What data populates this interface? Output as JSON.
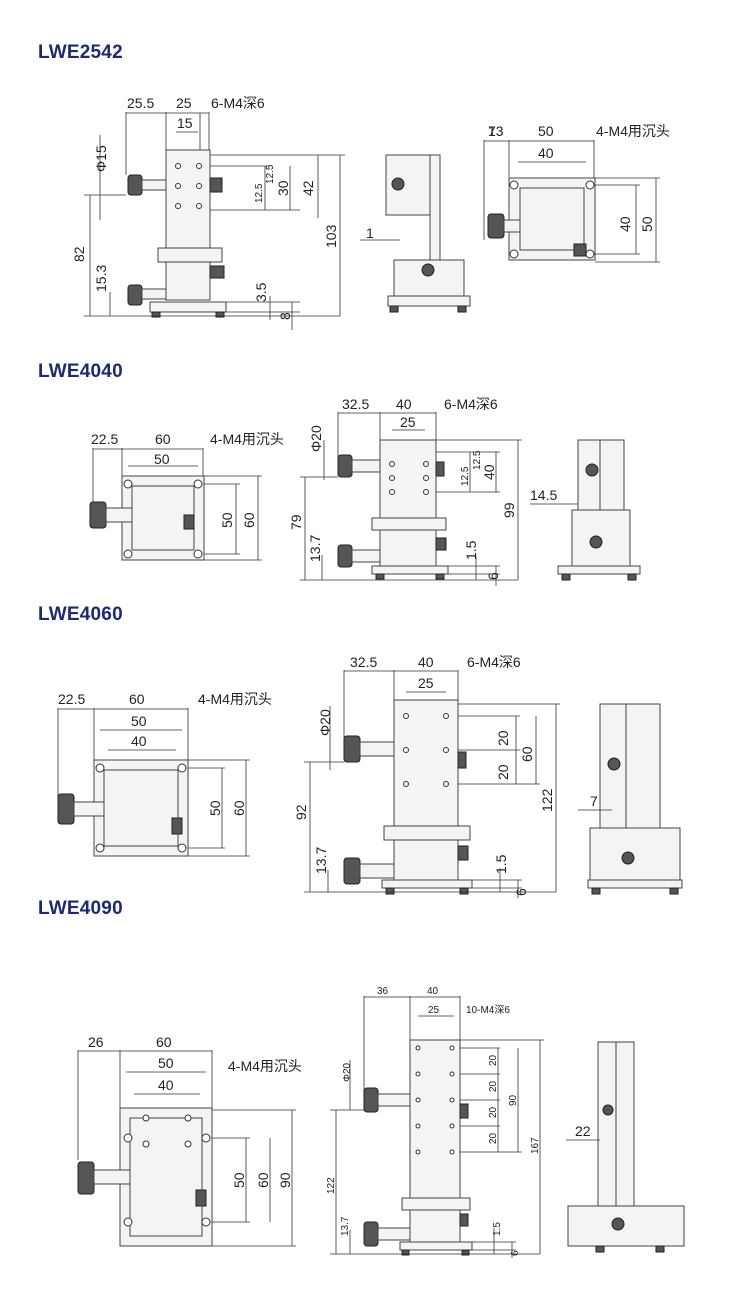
{
  "sections": [
    {
      "title": "LWE2542",
      "front": {
        "d1": "25.5",
        "d2": "25",
        "holes": "6-M4深6",
        "d3": "15",
        "phi": "Φ15",
        "v1": "12.5",
        "v2": "12.5",
        "v3": "30",
        "v4": "42",
        "v5": "103",
        "v6": "82",
        "v7": "15.3",
        "v8": "3.5",
        "v9": "8"
      },
      "side": {
        "d1": "1"
      },
      "top": {
        "d1": "13",
        "d2": "50",
        "holes": "4-M4用沉头",
        "d3": "40",
        "v1": "40",
        "v2": "50"
      }
    },
    {
      "title": "LWE4040",
      "top": {
        "d1": "22.5",
        "d2": "60",
        "holes": "4-M4用沉头",
        "d3": "50",
        "v1": "50",
        "v2": "60"
      },
      "front": {
        "d1": "32.5",
        "d2": "40",
        "holes": "6-M4深6",
        "d3": "25",
        "phi": "Φ20",
        "v1": "12.5",
        "v2": "12.5",
        "v3": "40",
        "v4": "99",
        "v5": "79",
        "v6": "13.7",
        "v7": "1.5",
        "v8": "6"
      },
      "side": {
        "d1": "14.5"
      }
    },
    {
      "title": "LWE4060",
      "top": {
        "d1": "22.5",
        "d2": "60",
        "holes": "4-M4用沉头",
        "d3": "50",
        "d4": "40",
        "v1": "50",
        "v2": "60"
      },
      "front": {
        "d1": "32.5",
        "d2": "40",
        "holes": "6-M4深6",
        "d3": "25",
        "phi": "Φ20",
        "v1": "20",
        "v2": "20",
        "v3": "60",
        "v4": "122",
        "v5": "92",
        "v6": "13.7",
        "v7": "1.5",
        "v8": "6"
      },
      "side": {
        "d1": "7"
      }
    },
    {
      "title": "LWE4090",
      "top": {
        "d1": "26",
        "d2": "60",
        "holes": "4-M4用沉头",
        "d3": "50",
        "d4": "40",
        "v1": "50",
        "v2": "60",
        "v3": "90"
      },
      "front": {
        "d1": "36",
        "d2": "40",
        "holes": "10-M4深6",
        "d3": "25",
        "phi": "Φ20",
        "v1": "20",
        "v2": "20",
        "v3": "20",
        "v4": "20",
        "v5": "90",
        "v6": "167",
        "v7": "122",
        "v8": "13.7",
        "v9": "1.5",
        "v10": "6"
      },
      "side": {
        "d1": "22"
      }
    }
  ]
}
